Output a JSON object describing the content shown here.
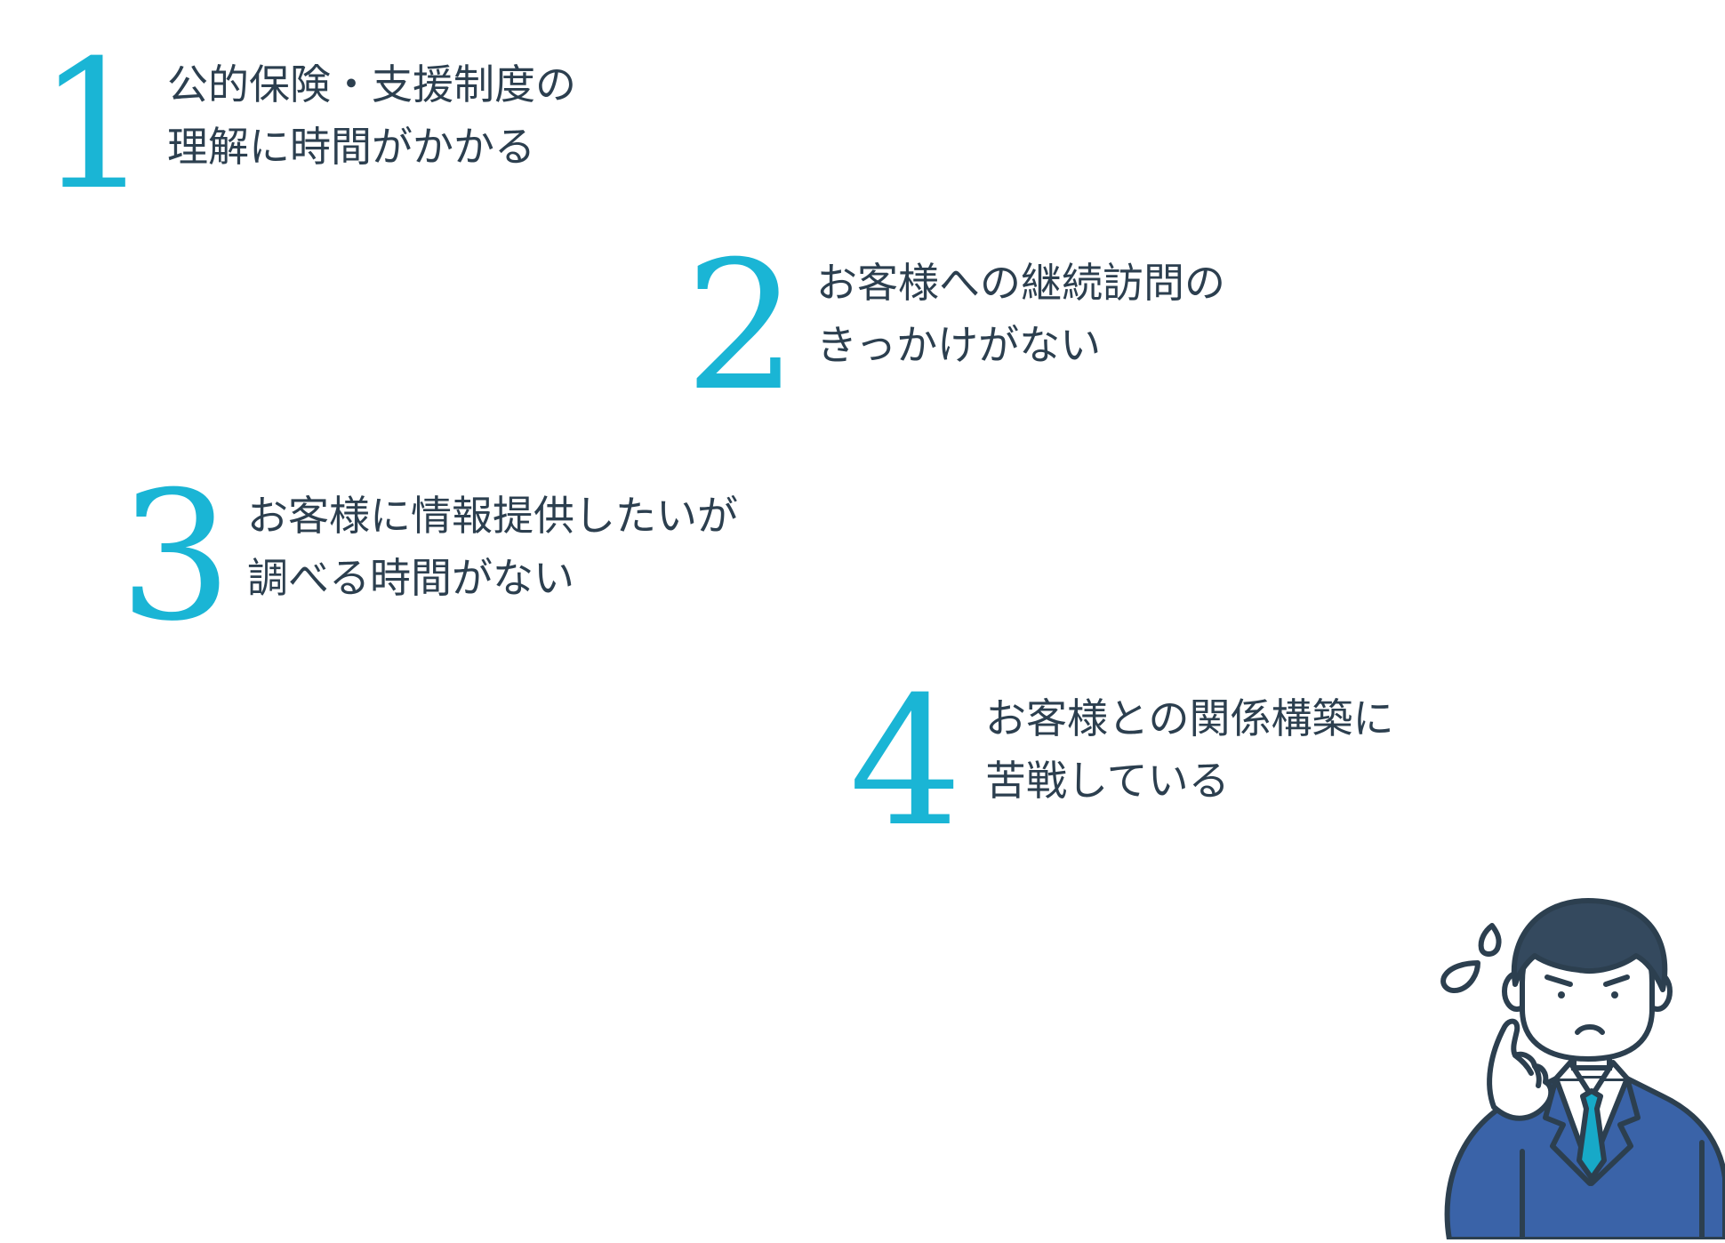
{
  "items": [
    {
      "number": "1",
      "line1": "公的保険・支援制度の",
      "line2": "理解に時間がかかる"
    },
    {
      "number": "2",
      "line1": "お客様への継続訪問の",
      "line2": "きっかけがない"
    },
    {
      "number": "3",
      "line1": "お客様に情報提供したいが",
      "line2": "調べる時間がない"
    },
    {
      "number": "4",
      "line1": "お客様との関係構築に",
      "line2": "苦戦している"
    }
  ],
  "colors": {
    "accent": "#1ab5d5",
    "text": "#2c3f4f",
    "suit": "#3a63a8",
    "hair": "#34495e",
    "tie": "#17a9c8"
  },
  "illustration": {
    "icon": "worried-businessman-icon"
  }
}
